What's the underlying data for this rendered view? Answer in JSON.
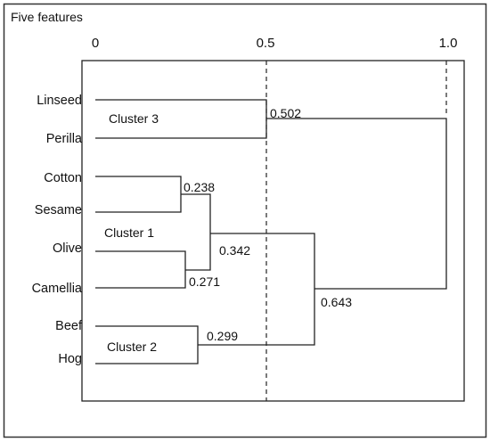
{
  "title": "Five features",
  "axis_ticks": [
    "0",
    "0.5",
    "1.0"
  ],
  "leaves": [
    "Linseed",
    "Perilla",
    "Cotton",
    "Sesame",
    "Olive",
    "Camellia",
    "Beef",
    "Hog"
  ],
  "merges": [
    {
      "label": "0.238",
      "height": 0.238,
      "members": [
        "Cotton",
        "Sesame"
      ]
    },
    {
      "label": "0.271",
      "height": 0.271,
      "members": [
        "Olive",
        "Camellia"
      ]
    },
    {
      "label": "0.299",
      "height": 0.299,
      "members": [
        "Beef",
        "Hog"
      ]
    },
    {
      "label": "0.342",
      "height": 0.342,
      "members": [
        "Cotton-Sesame",
        "Olive-Camellia"
      ]
    },
    {
      "label": "0.502",
      "height": 0.502,
      "members": [
        "Linseed",
        "Perilla"
      ]
    },
    {
      "label": "0.643",
      "height": 0.643,
      "members": [
        "Cluster 1",
        "Beef-Hog"
      ]
    }
  ],
  "clusters": [
    "Cluster 3",
    "Cluster 1",
    "Cluster 2"
  ],
  "colors": {
    "line": "#222222",
    "border": "#333333",
    "background": "#ffffff"
  }
}
